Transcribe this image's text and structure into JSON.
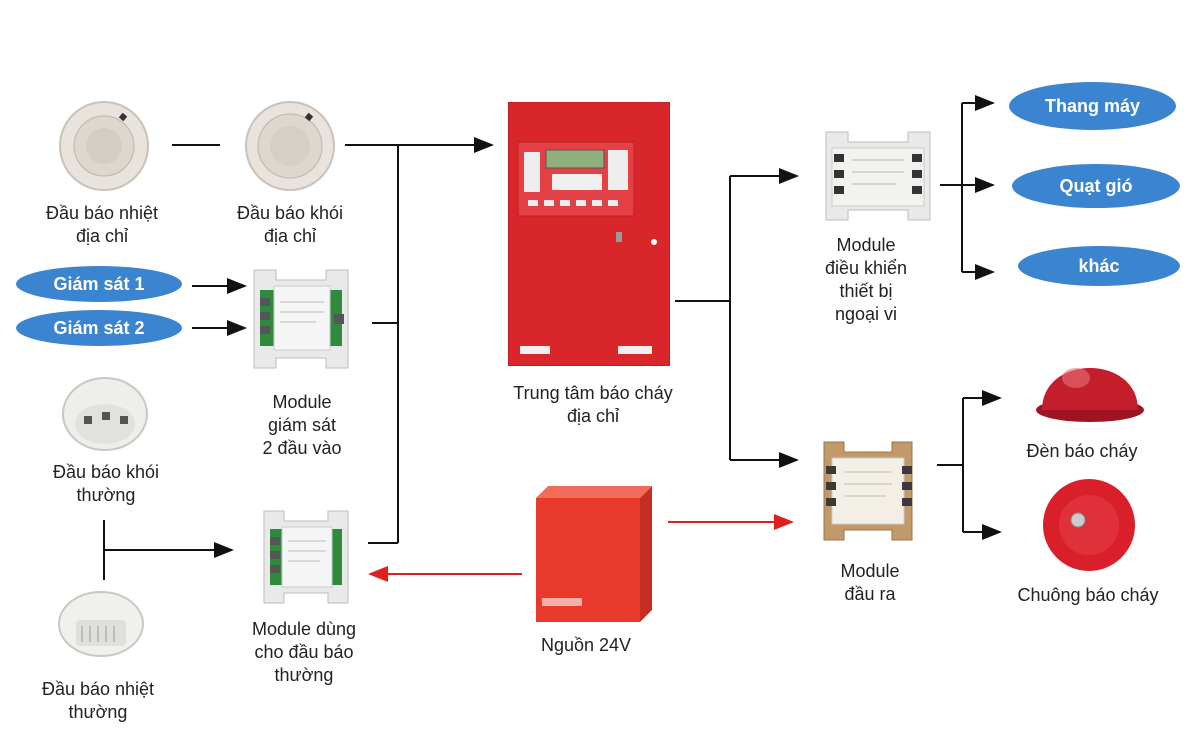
{
  "nodes": {
    "heat_addr": "Đầu báo nhiệt\nđịa chỉ",
    "smoke_addr": "Đầu báo khói\nđịa chỉ",
    "mon_mod": "Module\ngiám sát\n2 đầu vào",
    "smoke_conv": "Đầu báo khói\nthường",
    "heat_conv": "Đầu báo nhiệt\nthường",
    "conv_mod": "Module dùng\ncho đầu báo\nthường",
    "panel": "Trung tâm báo cháy\nđịa chỉ",
    "psu": "Nguồn 24V",
    "ctrl_mod": "Module\nđiều khiển\nthiết bị\nngoại vi",
    "out_mod": "Module\nđầu ra",
    "strobe": "Đèn báo cháy",
    "bell": "Chuông báo cháy"
  },
  "inputs": {
    "mon1": "Giám sát 1",
    "mon2": "Giám sát 2"
  },
  "peripherals": {
    "elevator": "Thang máy",
    "fan": "Quạt gió",
    "other": "khác"
  },
  "colors": {
    "pill": "#3b84cf",
    "panel": "#d9262a",
    "arrow_red": "#e02020",
    "line": "#111111"
  }
}
